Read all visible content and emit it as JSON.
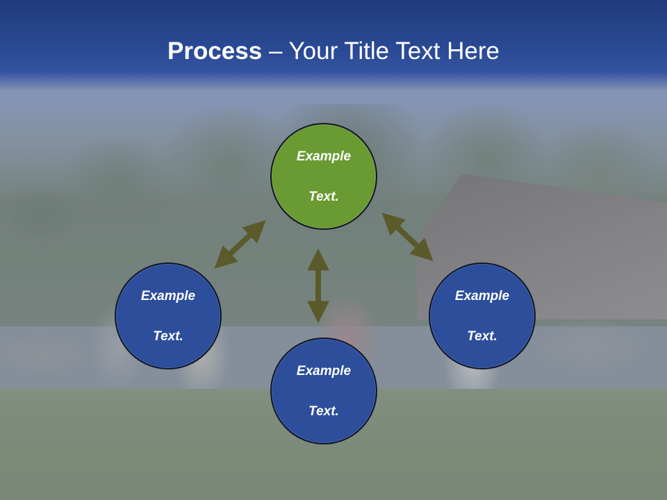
{
  "title": {
    "bold": "Process",
    "rest": " – Your Title Text Here"
  },
  "nodes": {
    "top": {
      "line1": "Example",
      "line2": "Text."
    },
    "left": {
      "line1": "Example",
      "line2": "Text."
    },
    "right": {
      "line1": "Example",
      "line2": "Text."
    },
    "bottom": {
      "line1": "Example",
      "line2": "Text."
    }
  },
  "colors": {
    "title_bar": "#2a4a95",
    "node_green": "#6a9a32",
    "node_blue": "#2d4e9b",
    "arrow": "#5a5a2a"
  }
}
